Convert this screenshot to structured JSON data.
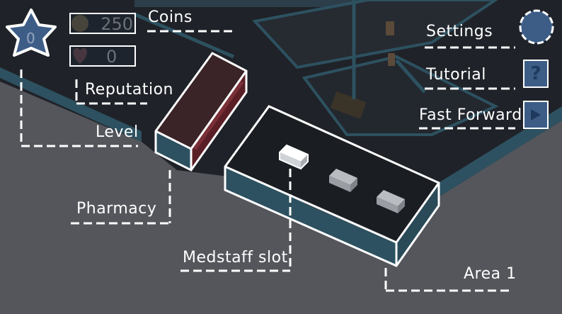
{
  "hud": {
    "level_value": "0",
    "coins_value": "250",
    "reputation_value": "0"
  },
  "labels": {
    "coins": "Coins",
    "reputation": "Reputation",
    "level": "Level",
    "settings": "Settings",
    "tutorial": "Tutorial",
    "fast_forward": "Fast Forward",
    "pharmacy": "Pharmacy",
    "medstaff_slot": "Medstaff slot",
    "area": "Area 1"
  },
  "icons": {
    "level": "star-icon",
    "coins": "coin-icon",
    "reputation": "heart-icon",
    "settings": "gear-icon",
    "tutorial": "question-icon",
    "fast_forward": "play-icon"
  },
  "colors": {
    "background": "#55565c",
    "building_floor": "#22252c",
    "wall": "#2d5160",
    "pharmacy_red": "#5a1f26",
    "button_blue": "#3d5d87",
    "overlay_line": "#ffffff"
  }
}
